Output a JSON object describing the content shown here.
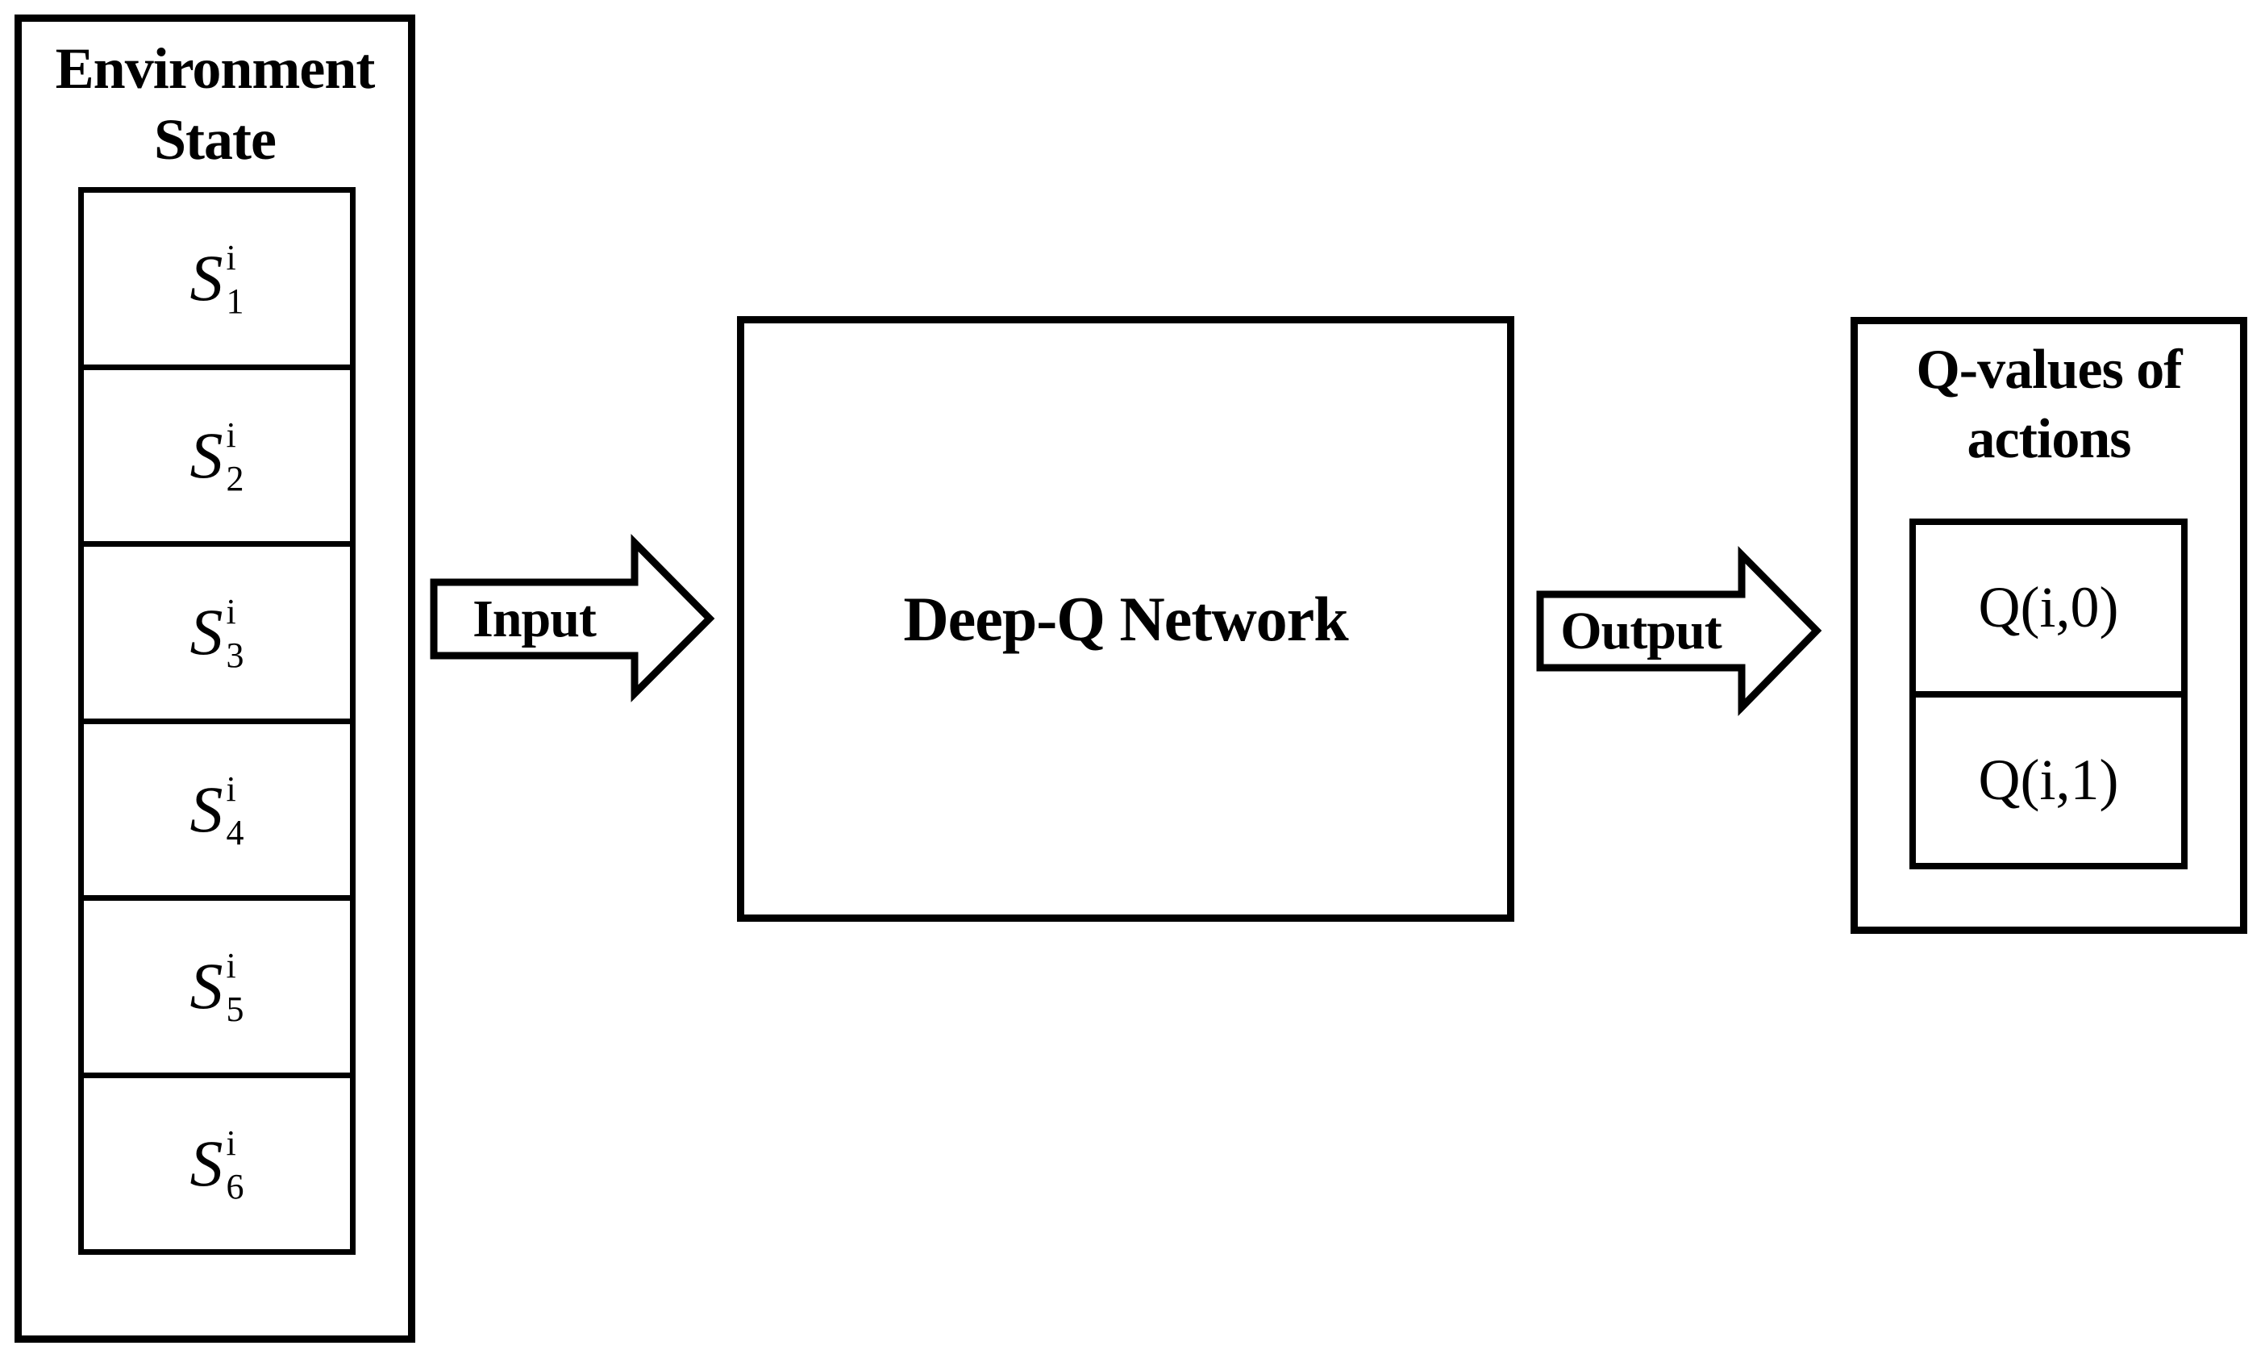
{
  "diagram": {
    "colors": {
      "ink": "#000000",
      "background": "#ffffff"
    },
    "env_box": {
      "title_line1": "Environment",
      "title_line2": "State",
      "states": [
        {
          "base": "S",
          "sup": "i",
          "sub": "1"
        },
        {
          "base": "S",
          "sup": "i",
          "sub": "2"
        },
        {
          "base": "S",
          "sup": "i",
          "sub": "3"
        },
        {
          "base": "S",
          "sup": "i",
          "sub": "4"
        },
        {
          "base": "S",
          "sup": "i",
          "sub": "5"
        },
        {
          "base": "S",
          "sup": "i",
          "sub": "6"
        }
      ]
    },
    "input_arrow": {
      "label": "Input",
      "icon": "block-arrow-right"
    },
    "dqn_box": {
      "label": "Deep-Q Network"
    },
    "output_arrow": {
      "label": "Output",
      "icon": "block-arrow-right"
    },
    "q_box": {
      "title_line1": "Q-values of",
      "title_line2": "actions",
      "cells": [
        {
          "label": "Q(i,0)"
        },
        {
          "label": "Q(i,1)"
        }
      ]
    }
  }
}
